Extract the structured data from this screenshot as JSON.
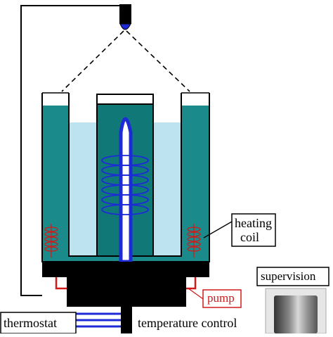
{
  "labels": {
    "heating_coil_line1": "heating",
    "heating_coil_line2": "coil",
    "pump": "pump",
    "supervision": "supervision",
    "thermostat": "thermostat",
    "temperature_control": "temperature control"
  },
  "colors": {
    "bath_teal": "#1a8a8a",
    "inner_water": "#bde3f0",
    "crystal_core": "#117878",
    "blue": "#1d2bd6",
    "coil_red": "#d11a1a",
    "pump_red": "#d11a1a",
    "black": "#000000"
  },
  "icons": [
    "camera-icon",
    "monitor-icon",
    "heating-coil-icon",
    "spiral-coil-icon"
  ]
}
